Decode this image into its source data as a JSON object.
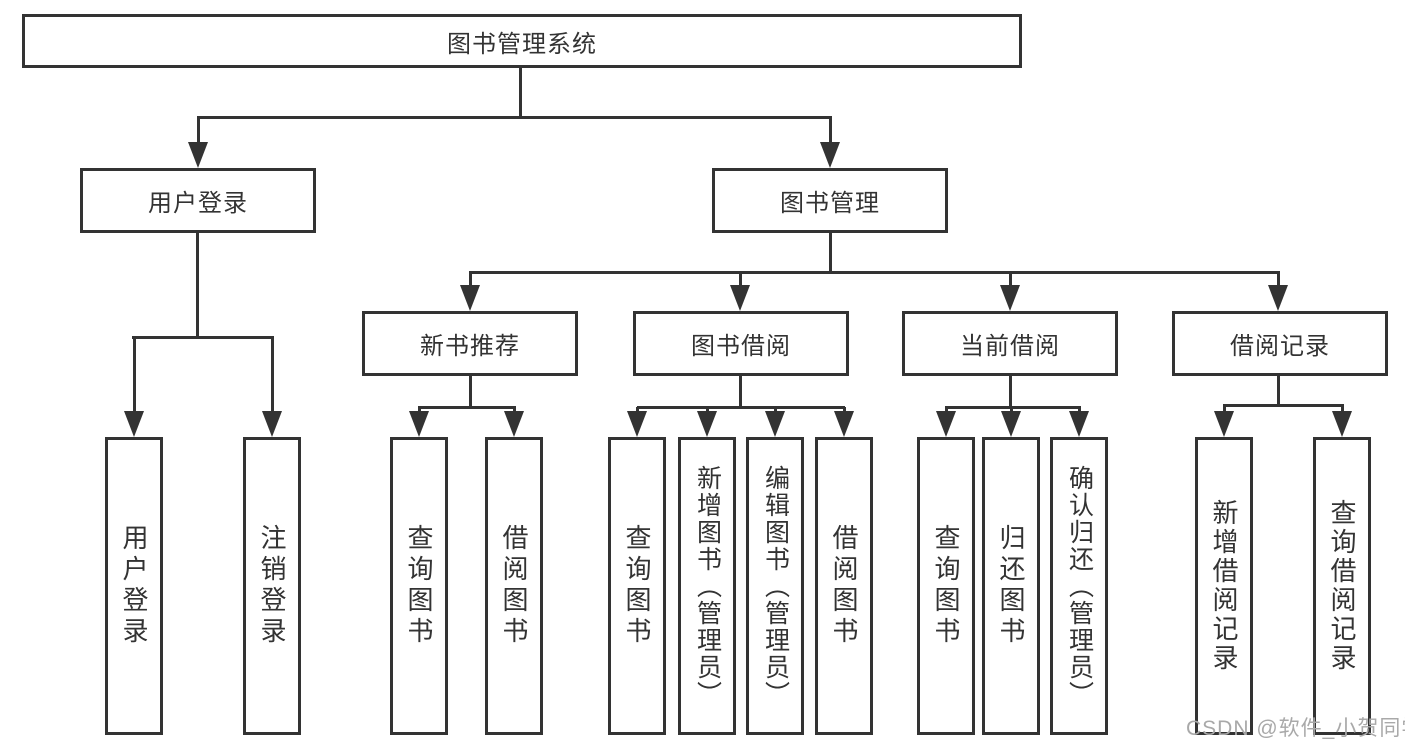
{
  "tree": {
    "root": {
      "label": "图书管理系统"
    },
    "level2": [
      {
        "label": "用户登录"
      },
      {
        "label": "图书管理"
      }
    ],
    "level3": [
      {
        "label": "新书推荐"
      },
      {
        "label": "图书借阅"
      },
      {
        "label": "当前借阅"
      },
      {
        "label": "借阅记录"
      }
    ],
    "leaves": {
      "user_login": [
        {
          "label": "用户登录"
        },
        {
          "label": "注销登录"
        }
      ],
      "new_book_recommend": [
        {
          "label": "查询图书"
        },
        {
          "label": "借阅图书"
        }
      ],
      "book_borrowing": [
        {
          "label": "查询图书"
        },
        {
          "label": "新增图书（管理员）"
        },
        {
          "label": "编辑图书（管理员）"
        },
        {
          "label": "借阅图书"
        }
      ],
      "current_borrowing": [
        {
          "label": "查询图书"
        },
        {
          "label": "归还图书"
        },
        {
          "label": "确认归还（管理员）"
        }
      ],
      "borrowing_records": [
        {
          "label": "新增借阅记录"
        },
        {
          "label": "查询借阅记录"
        }
      ]
    }
  },
  "watermark": {
    "text": "CSDN @软件_小贺同学"
  },
  "colors": {
    "line": "#333333",
    "text": "#333333",
    "box_background": "#ffffff",
    "page_background": "#ffffff",
    "watermark": "#a9a9a9"
  }
}
